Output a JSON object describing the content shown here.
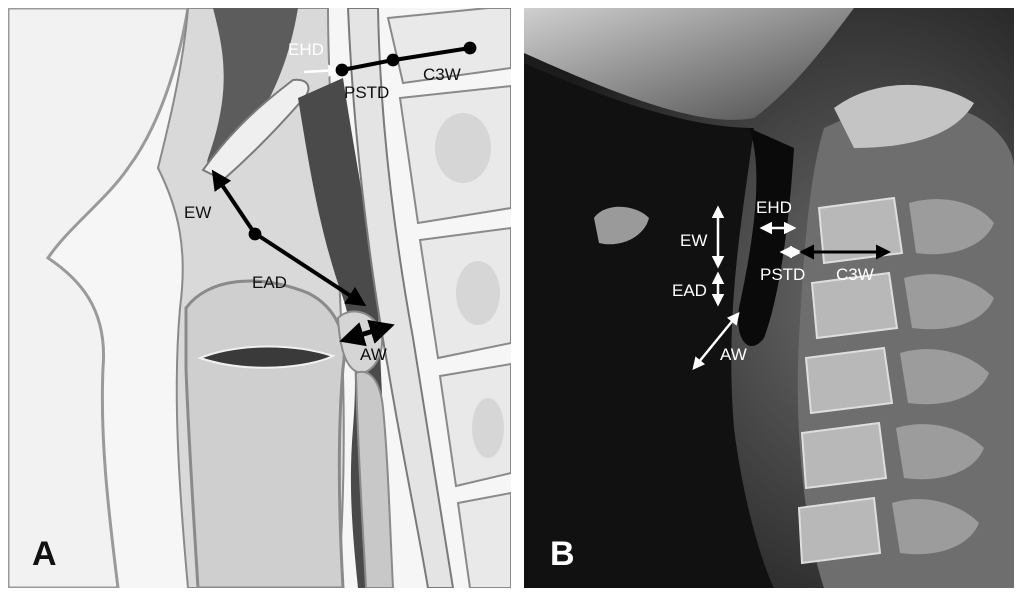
{
  "panels": [
    {
      "letter": "A",
      "labels": {
        "ehd": "EHD",
        "pstd": "PSTD",
        "c3w": "C3W",
        "ew": "EW",
        "ead": "EAD",
        "aw": "AW"
      }
    },
    {
      "letter": "B",
      "labels": {
        "ehd": "EHD",
        "pstd": "PSTD",
        "c3w": "C3W",
        "ew": "EW",
        "ead": "EAD",
        "aw": "AW"
      }
    }
  ],
  "colors": {
    "illustration_background": "#f6f6f6",
    "xray_background": "#1a1a1a",
    "arrow_dark": "#000000",
    "arrow_light": "#ffffff"
  }
}
